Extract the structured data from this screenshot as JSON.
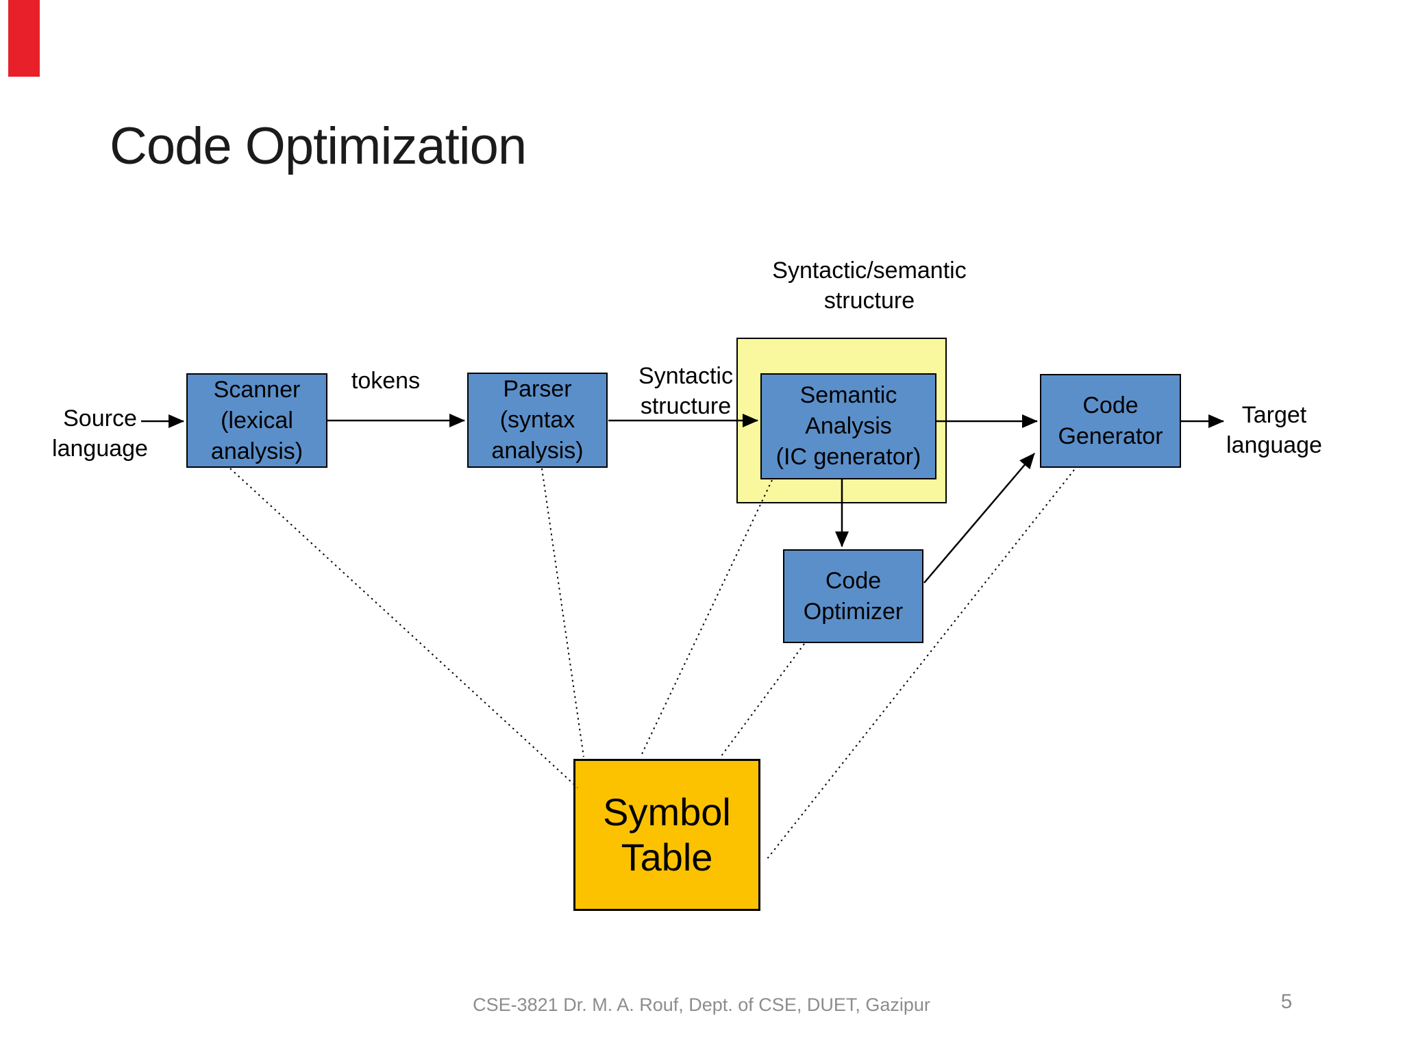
{
  "slide": {
    "title": "Code Optimization",
    "footer": "CSE-3821 Dr. M. A. Rouf, Dept. of CSE, DUET, Gazipur",
    "page_number": "5"
  },
  "diagram": {
    "nodes": {
      "scanner": {
        "line1": "Scanner",
        "line2": "(lexical",
        "line3": "analysis)"
      },
      "parser": {
        "line1": "Parser",
        "line2": "(syntax",
        "line3": "analysis)"
      },
      "semantic_analysis": {
        "line1": "Semantic",
        "line2": "Analysis",
        "line3": "(IC generator)"
      },
      "code_generator": {
        "line1": "Code",
        "line2": "Generator"
      },
      "code_optimizer": {
        "line1": "Code",
        "line2": "Optimizer"
      },
      "symbol_table": {
        "line1": "Symbol",
        "line2": "Table"
      }
    },
    "labels": {
      "source_language": {
        "line1": "Source",
        "line2": "language"
      },
      "tokens": "tokens",
      "syntactic_structure": {
        "line1": "Syntactic",
        "line2": "structure"
      },
      "syntactic_semantic_structure": {
        "line1": "Syntactic/semantic",
        "line2": "structure"
      },
      "target_language": {
        "line1": "Target",
        "line2": "language"
      }
    }
  },
  "colors": {
    "process_box_fill": "#5B8FC9",
    "highlight_box_fill": "#F9F89E",
    "symbol_table_fill": "#FCC200",
    "accent_bar_red": "#E8202A",
    "footer_gray": "#8C8C8C"
  }
}
